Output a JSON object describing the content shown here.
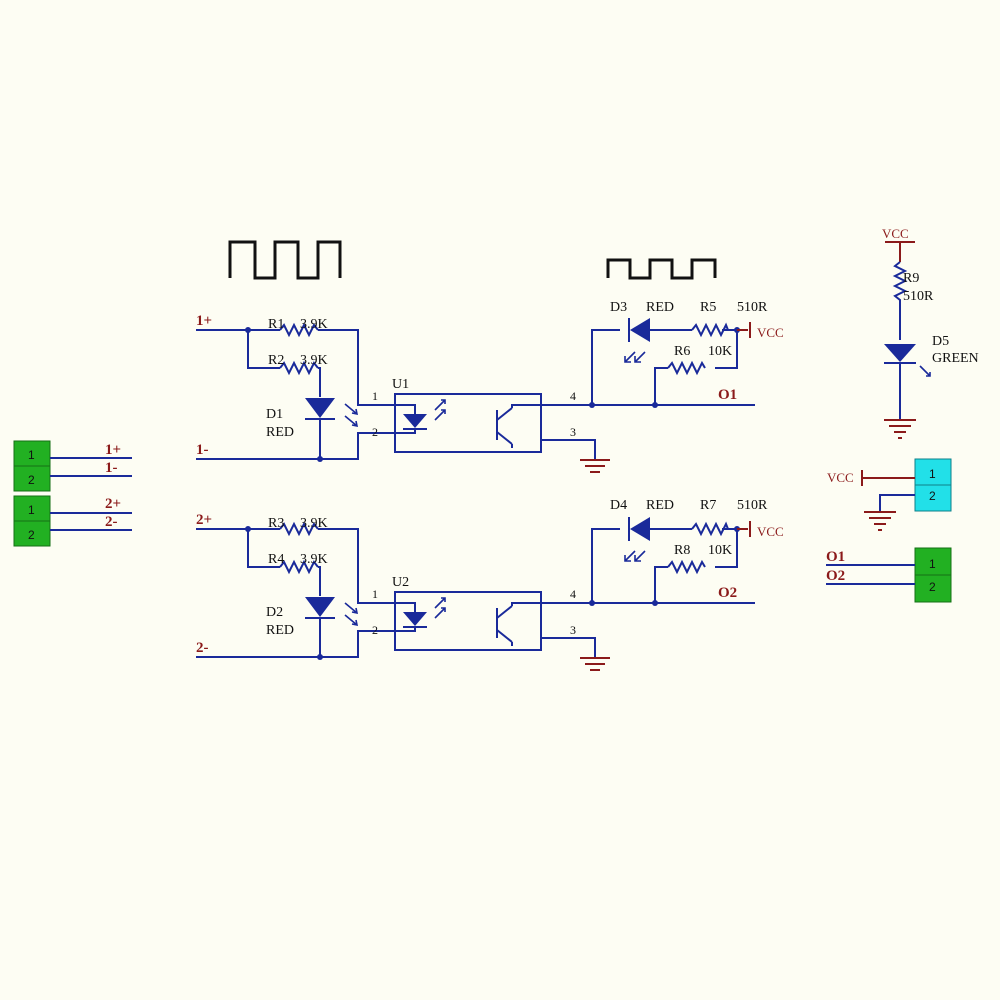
{
  "colors": {
    "wire": "#1a2a9a",
    "net_label": "#8b1a1a",
    "connector_green": "#22b022",
    "connector_cyan": "#22e0e8",
    "background": "#fdfdf3"
  },
  "nets": {
    "in1p": "1+",
    "in1n": "1-",
    "in2p": "2+",
    "in2n": "2-",
    "out1": "O1",
    "out2": "O2",
    "vcc": "VCC"
  },
  "ch1": {
    "r1": {
      "ref": "R1",
      "val": "3.9K"
    },
    "r2": {
      "ref": "R2",
      "val": "3.9K"
    },
    "d1": {
      "ref": "D1",
      "val": "RED"
    },
    "u": {
      "ref": "U1"
    },
    "d3": {
      "ref": "D3",
      "val": "RED"
    },
    "r5": {
      "ref": "R5",
      "val": "510R"
    },
    "r6": {
      "ref": "R6",
      "val": "10K"
    }
  },
  "ch2": {
    "r3": {
      "ref": "R3",
      "val": "3.9K"
    },
    "r4": {
      "ref": "R4",
      "val": "3.9K"
    },
    "d2": {
      "ref": "D2",
      "val": "RED"
    },
    "u": {
      "ref": "U2"
    },
    "d4": {
      "ref": "D4",
      "val": "RED"
    },
    "r7": {
      "ref": "R7",
      "val": "510R"
    },
    "r8": {
      "ref": "R8",
      "val": "10K"
    }
  },
  "opto_pins": {
    "p1": "1",
    "p2": "2",
    "p3": "3",
    "p4": "4"
  },
  "power": {
    "vcc": "VCC",
    "r9": {
      "ref": "R9",
      "val": "510R"
    },
    "d5": {
      "ref": "D5",
      "val": "GREEN"
    }
  },
  "connectors": {
    "pin1": "1",
    "pin2": "2"
  }
}
